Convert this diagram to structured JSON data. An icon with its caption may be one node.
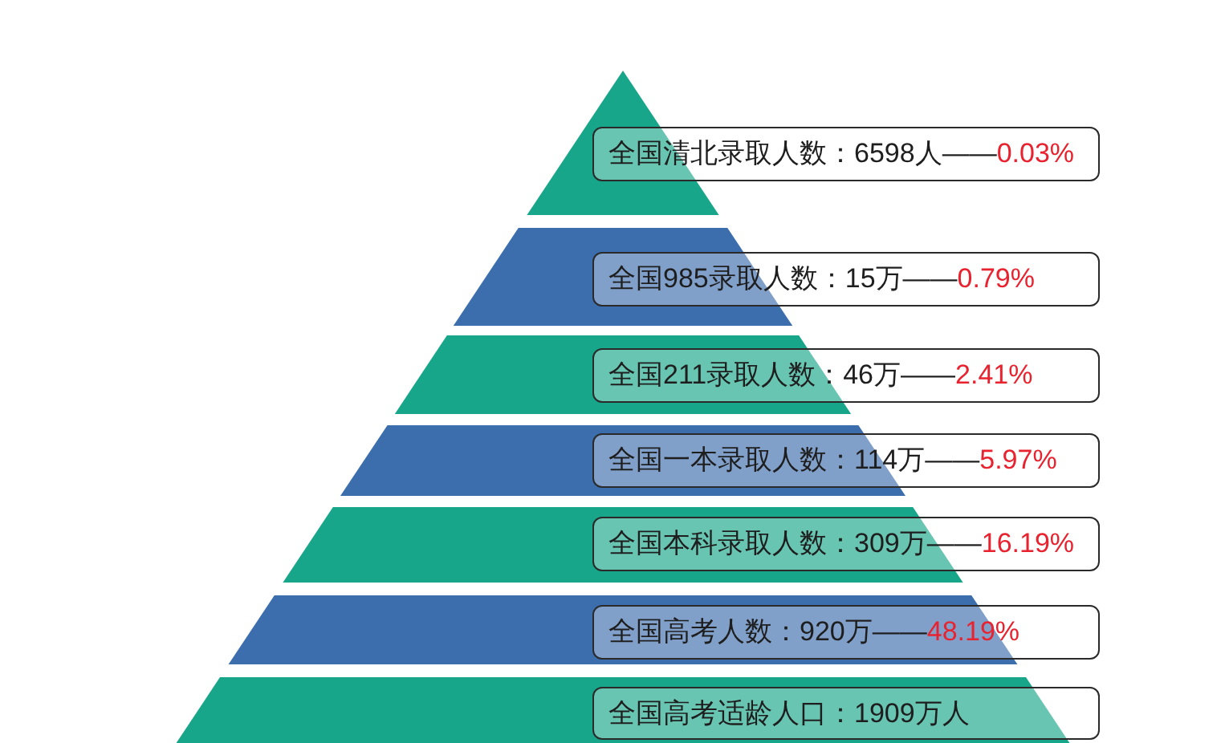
{
  "diagram": {
    "nodes": [
      {
        "text": [
          "全国清北录取人数：6598人——",
          "0.03%"
        ]
      },
      {
        "text": [
          "全国985录取人数：15万——",
          "0.79%"
        ]
      },
      {
        "text": [
          "全国211录取人数：46万——",
          "2.41%"
        ]
      },
      {
        "text": [
          "全国一本录取人数：114万——",
          "5.97%"
        ]
      },
      {
        "text": [
          "全国本科录取人数：309万——",
          "16.19%"
        ]
      },
      {
        "text": [
          "全国高考人数：920万——",
          "48.19%"
        ]
      },
      {
        "text": [
          "全国高考适龄人口：1909万人"
        ]
      }
    ]
  }
}
